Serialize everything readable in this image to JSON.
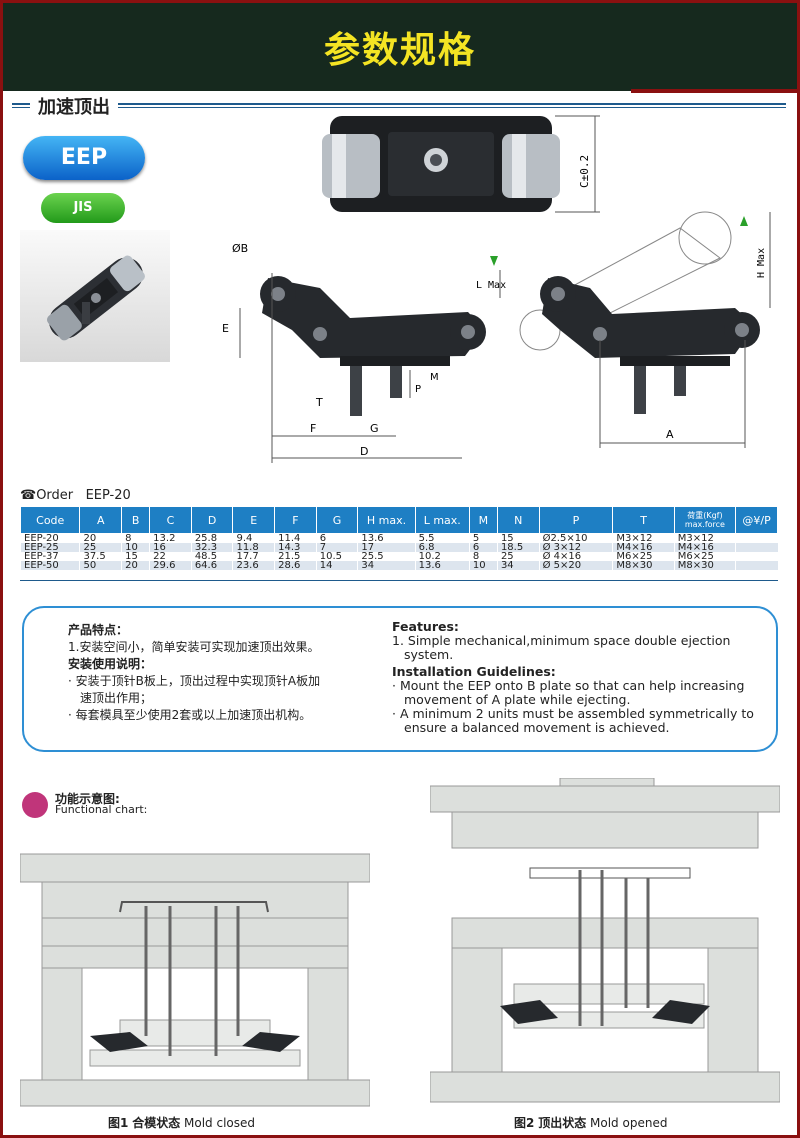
{
  "header": {
    "title": "参数规格"
  },
  "section": {
    "title": "加速顶出"
  },
  "badges": {
    "model": "EEP",
    "standard": "JIS"
  },
  "diagram_labels": {
    "c_tol": "C±0.2",
    "b": "ØB",
    "e": "E",
    "l_max": "L Max",
    "h_max": "H Max",
    "p": "P",
    "m": "M",
    "t": "T",
    "f": "F",
    "g": "G",
    "d": "D",
    "a": "A"
  },
  "order": {
    "label": "Order",
    "value": "EEP-20"
  },
  "spec_table": {
    "headers": [
      "Code",
      "A",
      "B",
      "C",
      "D",
      "E",
      "F",
      "G",
      "H max.",
      "L max.",
      "M",
      "N",
      "P",
      "T"
    ],
    "force_header": "荷重(Kgf)",
    "force_sub": "max.force",
    "price_header": "@¥/P",
    "rows": [
      [
        "EEP-20",
        "20",
        "8",
        "13.2",
        "25.8",
        "9.4",
        "11.4",
        "6",
        "13.6",
        "5.5",
        "5",
        "15",
        "Ø2.5×10",
        "M3×12",
        "M3×12"
      ],
      [
        "EEP-25",
        "25",
        "10",
        "16",
        "32.3",
        "11.8",
        "14.3",
        "7",
        "17",
        "6.8",
        "6",
        "18.5",
        "Ø  3×12",
        "M4×16",
        "M4×16"
      ],
      [
        "EEP-37",
        "37.5",
        "15",
        "22",
        "48.5",
        "17.7",
        "21.5",
        "10.5",
        "25.5",
        "10.2",
        "8",
        "25",
        "Ø  4×16",
        "M6×25",
        "M6×25"
      ],
      [
        "EEP-50",
        "50",
        "20",
        "29.6",
        "64.6",
        "23.6",
        "28.6",
        "14",
        "34",
        "13.6",
        "10",
        "34",
        "Ø  5×20",
        "M8×30",
        "M8×30"
      ]
    ]
  },
  "notes_zh": {
    "features_title": "产品特点：",
    "feature_1": "1.安装空间小，简单安装可实现加速顶出效果。",
    "guide_title": "安装使用说明：",
    "guide_1a": "· 安装于顶针B板上，顶出过程中实现顶针A板加",
    "guide_1b": "速顶出作用；",
    "guide_2": "· 每套模具至少使用2套或以上加速顶出机构。"
  },
  "notes_en": {
    "features_title": "Features:",
    "feature_1a": "1. Simple mechanical,minimum space double ejection",
    "feature_1b": "system.",
    "guide_title": "Installation Guidelines:",
    "guide_1a": "· Mount the EEP onto B plate so that can help increasing",
    "guide_1b": "movement of A  plate while ejecting.",
    "guide_2a": "· A minimum 2 units must be assembled symmetrically to",
    "guide_2b": "ensure a balanced movement is achieved."
  },
  "functional": {
    "title_zh": "功能示意图:",
    "title_en": "Functional chart:"
  },
  "captions": {
    "fig1_num": "图1",
    "fig1_zh": "合模状态",
    "fig1_en": "Mold closed",
    "fig2_num": "图2",
    "fig2_zh": "顶出状态",
    "fig2_en": "Mold opened"
  },
  "colors": {
    "header_bg": "#16291e",
    "title": "#f4e423",
    "accent_blue": "#1e7fc4",
    "border": "#8a1010"
  }
}
